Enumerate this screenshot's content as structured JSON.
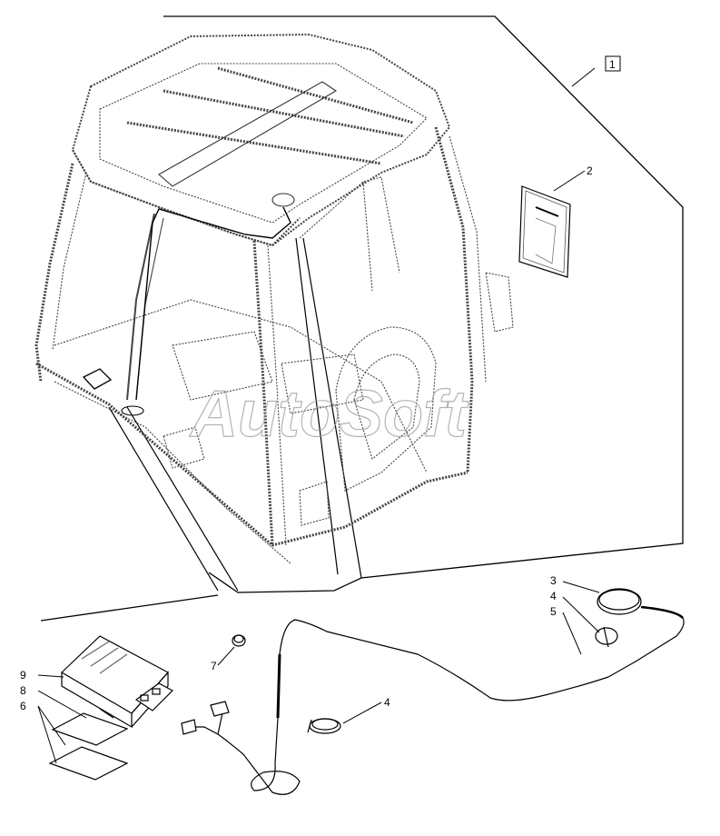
{
  "watermark": "AutoSoft",
  "callouts": {
    "c1": "1",
    "c2": "2",
    "c3": "3",
    "c4a": "4",
    "c4b": "4",
    "c5": "5",
    "c6": "6",
    "c7": "7",
    "c8": "8",
    "c9": "9"
  },
  "colors": {
    "line": "#000000",
    "dotted": "#555555",
    "watermark": "#9a9a9a"
  }
}
